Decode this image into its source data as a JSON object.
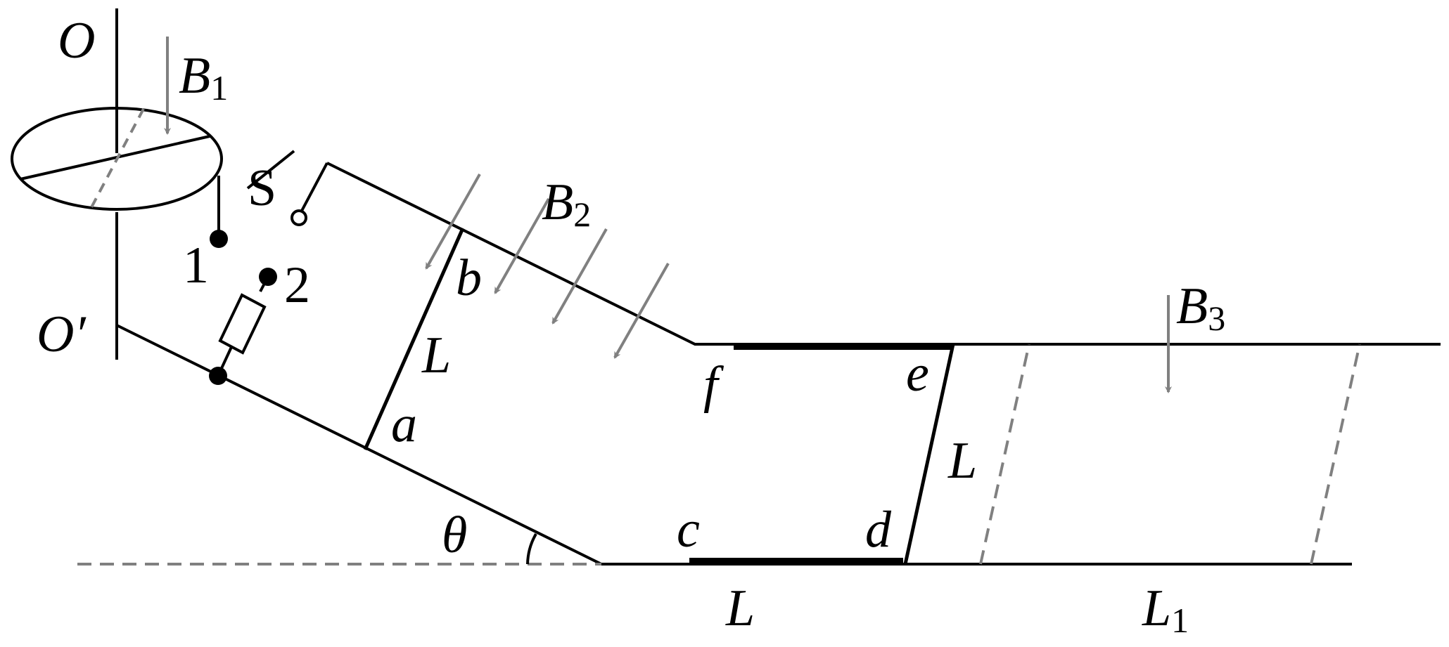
{
  "labels": {
    "O": "O",
    "O_prime": "O′",
    "S": "S",
    "one": "1",
    "two": "2",
    "a": "a",
    "b": "b",
    "c": "c",
    "d": "d",
    "e": "e",
    "f": "f",
    "theta": "θ",
    "L_rod_ab": "L",
    "L_rod_de": "L",
    "L_bottom": "L",
    "B1": {
      "main": "B",
      "sub": "1"
    },
    "B2": {
      "main": "B",
      "sub": "2"
    },
    "B3": {
      "main": "B",
      "sub": "3"
    },
    "L1": {
      "main": "L",
      "sub": "1"
    }
  },
  "colors": {
    "line": "#000000",
    "field": "#808080",
    "dashed": "#808080"
  }
}
